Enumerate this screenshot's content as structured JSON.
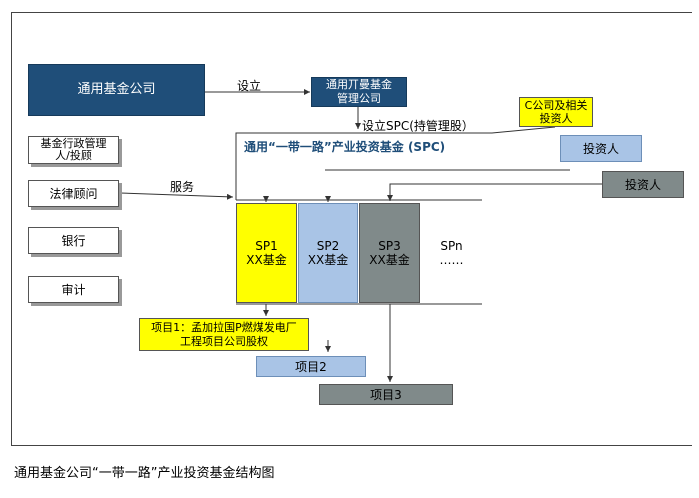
{
  "diagram": {
    "top_company": "通用基金公司",
    "gp_company": "通用丌曼基金\n管理公司",
    "label_setup": "设立",
    "label_spc_setup": "设立SPC(持管理股）",
    "spc_title": "通用“一带一路”产业投资基金 (SPC)",
    "investor_c": "C公司及相关\n投资人",
    "investor_1": "投资人",
    "investor_2": "投资人",
    "advisors": [
      "基金行政管理\n人/投顾",
      "法律顾问",
      "银行",
      "审计"
    ],
    "label_service": "服务",
    "sp": [
      {
        "name": "SP1",
        "sub": "XX基金"
      },
      {
        "name": "SP2",
        "sub": "XX基金"
      },
      {
        "name": "SP3",
        "sub": "XX基金"
      },
      {
        "name": "SPn",
        "sub": "……"
      }
    ],
    "project1": "项目1：孟加拉国P燃煤发电厂\n工程项目公司股权",
    "project2": "项目2",
    "project3": "项目3"
  },
  "caption": "通用基金公司“一带一路”产业投资基金结构图",
  "colors": {
    "dark": "#1f4e79",
    "yellow": "#ffff00",
    "blue": "#a9c4e6",
    "gray": "#808a8a"
  }
}
